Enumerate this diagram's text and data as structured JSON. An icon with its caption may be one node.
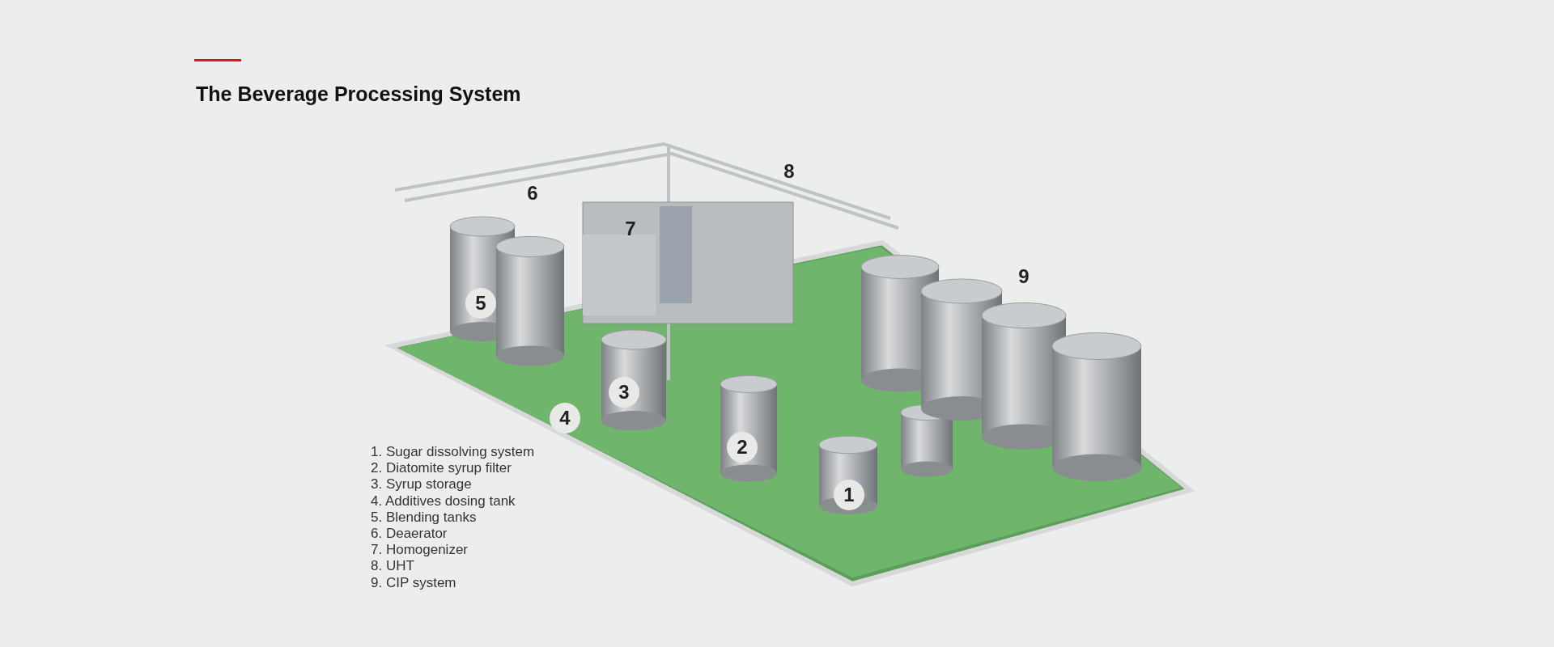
{
  "diagram": {
    "title": "The Beverage Processing System",
    "labels": [
      "8",
      "6",
      "7",
      "9",
      "5",
      "3",
      "4",
      "2",
      "1",
      "1. Sugar dissolving system",
      "2. Diatomite syrup filter",
      "3. Syrup storage",
      "4. Additives dosing tank",
      "5. Blending tanks",
      "6. Deaerator",
      "7. Homogenizer",
      "8. UHT",
      "9. CIP system"
    ]
  }
}
